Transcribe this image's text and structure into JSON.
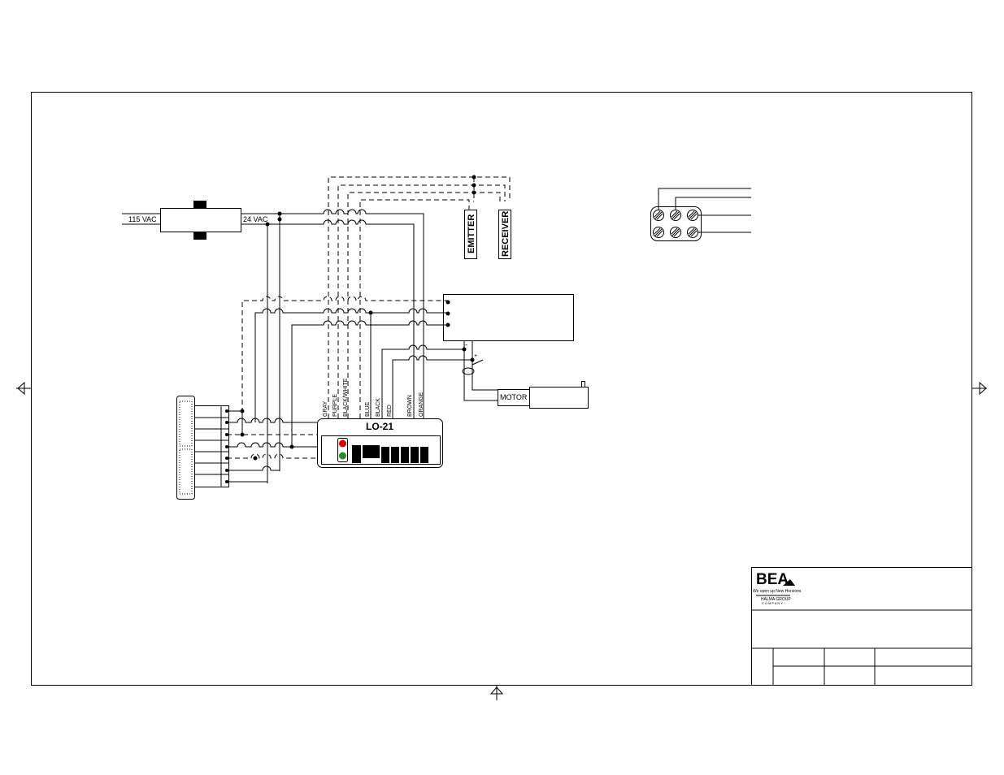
{
  "diagram": {
    "transformer": {
      "input_label": "115 VAC",
      "output_label": "24  VAC"
    },
    "sensors": {
      "emitter_label": "EMITTER",
      "receiver_label": "RECEIVER"
    },
    "motor": {
      "label": "MOTOR"
    },
    "controller": {
      "title": "LO-21",
      "wire_labels": [
        "GRAY",
        "PURPLE",
        "BLACK/WHITE",
        "BLUE",
        "BLACK",
        "RED",
        "BROWN",
        "ORANGE"
      ],
      "led_colors": [
        "#e00000",
        "#2a8a2a"
      ]
    },
    "module": {
      "minus_label": "-",
      "plus_label": "+"
    }
  },
  "title_block": {
    "company": "BEA",
    "tagline": "We open up New Horizons",
    "group_line1": "HALMA GROUP",
    "group_line2": "COMPANY"
  }
}
